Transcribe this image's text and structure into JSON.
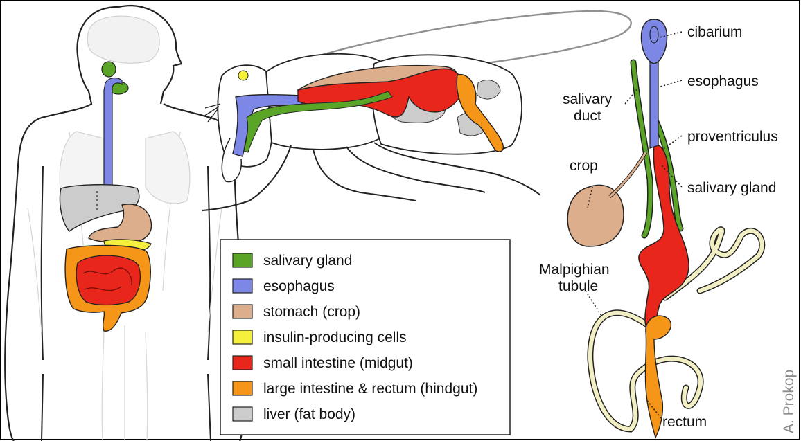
{
  "legend": [
    {
      "label": "salivary gland",
      "color": "#5aa528"
    },
    {
      "label": "esophagus",
      "color": "#7d88e6"
    },
    {
      "label": "stomach (crop)",
      "color": "#dcae8c"
    },
    {
      "label": "insulin-producing cells",
      "color": "#f5f03c"
    },
    {
      "label": "small intestine (midgut)",
      "color": "#e8261c"
    },
    {
      "label": "large intestine & rectum (hindgut)",
      "color": "#f59618"
    },
    {
      "label": "liver (fat body)",
      "color": "#cccccc"
    }
  ],
  "labels": {
    "cibarium": "cibarium",
    "esophagus": "esophagus",
    "salivary_duct_1": "salivary",
    "salivary_duct_2": "duct",
    "proventriculus": "proventriculus",
    "crop": "crop",
    "salivary_gland": "salivary gland",
    "malpighian_1": "Malpighian",
    "malpighian_2": "tubule",
    "rectum": "rectum"
  },
  "credit": "A. Prokop",
  "colors": {
    "outline": "#222222",
    "body_line": "#c8c8c8",
    "tubule": "#f2efc4"
  }
}
